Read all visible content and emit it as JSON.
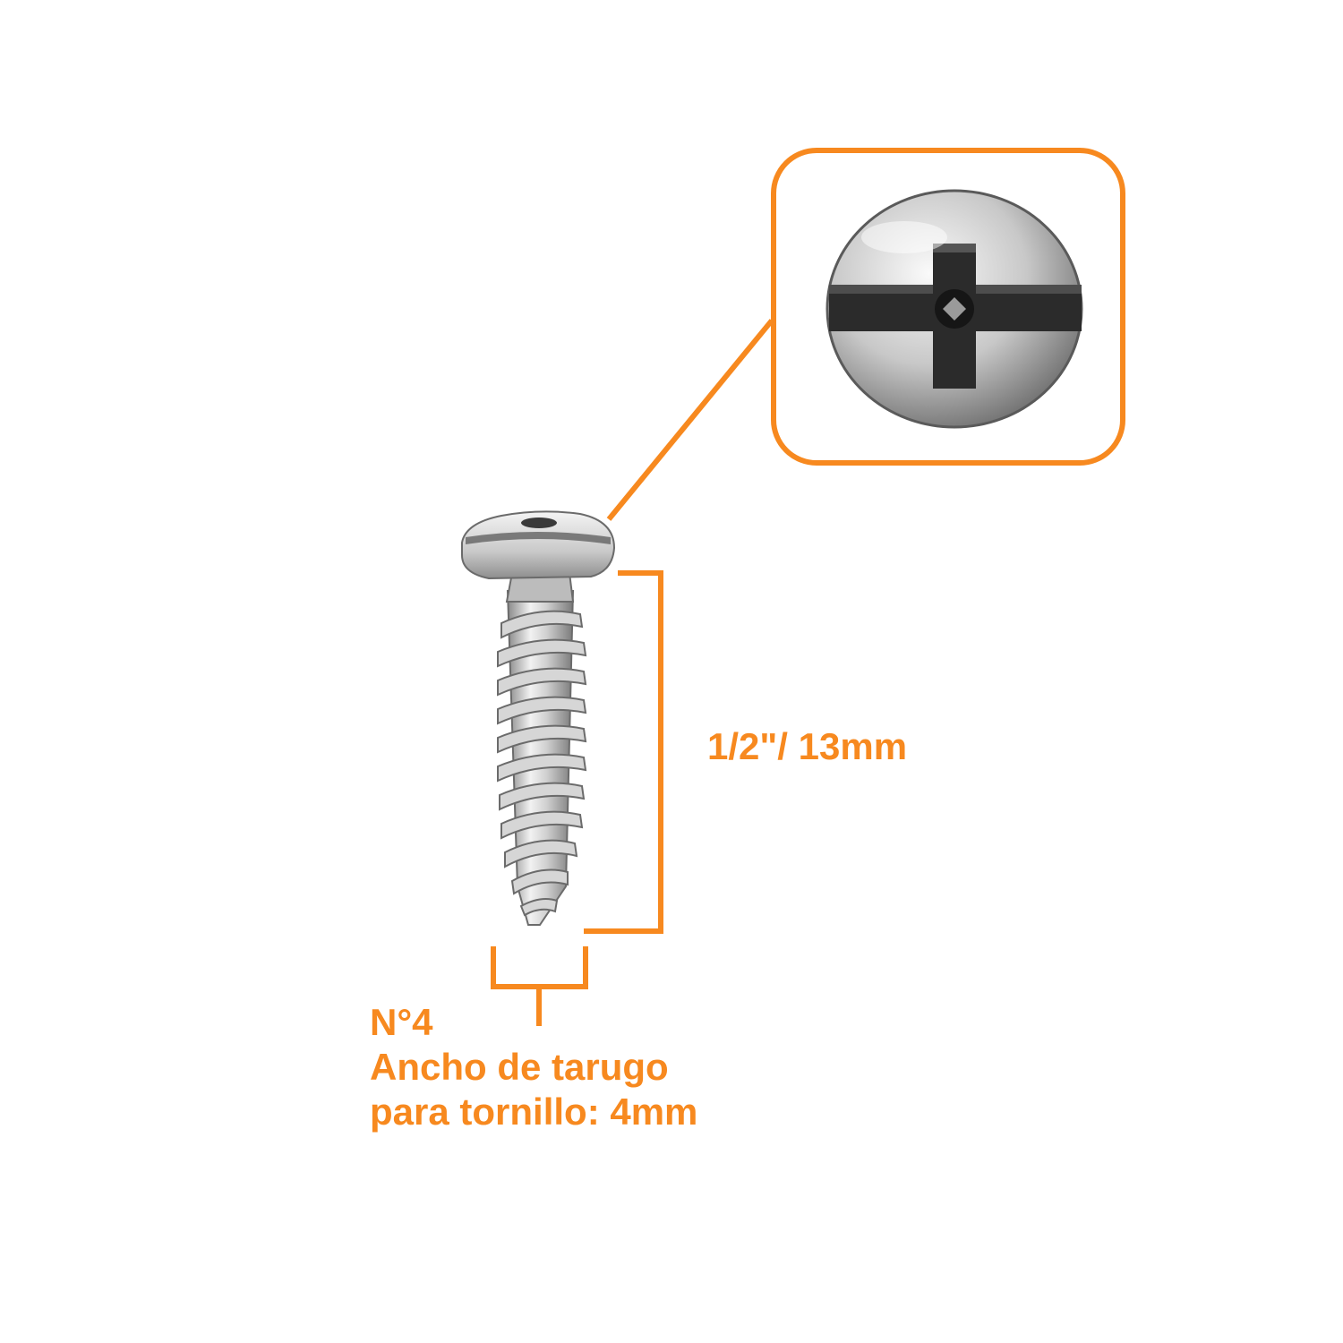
{
  "colors": {
    "accent": "#F7891F",
    "metal_light": "#E6E6E6",
    "metal_mid": "#B4B4B4",
    "metal_dark": "#4A4A4A",
    "background": "#FFFFFF"
  },
  "labels": {
    "length": "1/2\"/ 13mm",
    "gauge": "N°4",
    "width_line1": "Ancho de tarugo",
    "width_line2": "para tornillo: 4mm"
  },
  "icons": {
    "screw": "phillips-pan-head-screw",
    "zoom": "screw-head-closeup"
  }
}
